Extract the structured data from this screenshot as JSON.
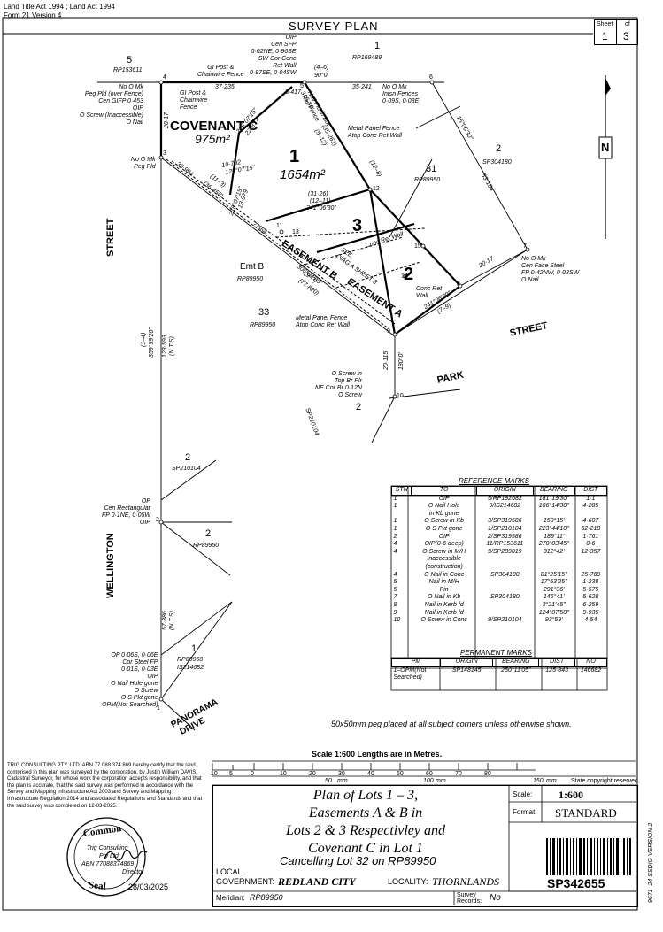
{
  "header": {
    "acts": "Land Title Act 1994 ; Land Act 1994",
    "form": "Form 21 Version 4",
    "title": "SURVEY PLAN",
    "sheet_label": "Sheet",
    "of_label": "of",
    "sheet": "1",
    "sheets": "3"
  },
  "map": {
    "lot1": "1",
    "lot1_area": "1654m²",
    "covenant": "COVENANT C",
    "covenant_area": "975m²",
    "lot3": "3",
    "lot2": "2",
    "easement_a": "EASEMENT A",
    "easement_b": "EASEMENT B",
    "street_left": "STREET",
    "street_right": "STREET",
    "park": "PARK",
    "wellington": "WELLINGTON",
    "panorama": "PANORAMA",
    "drive": "DRIVE",
    "lot5": "5",
    "rp153611": "RP153611",
    "lot1_rp169489": "1",
    "rp169489": "RP169489",
    "lot2_sp304180": "2",
    "sp304180": "SP304180",
    "lot31": "31",
    "rp89950_31": "RP89950",
    "lot33": "33",
    "rp89950_33": "RP89950",
    "emt_b": "Emt B",
    "rp89950_emt": "RP89950",
    "lot2_sp210104_a": "2",
    "sp210104_a": "SP210104",
    "lot2_sp210104_b": "2",
    "sp210104_b": "SP210104",
    "lot2_rp89950": "2",
    "rp89950_2": "RP89950",
    "lot1_rp89950": "1",
    "rp89950_1": "RP89950",
    "is214682": "IS214682",
    "lot1_bottom": "1",
    "notes": {
      "n4_cor": "No O Mk\nPeg Pld (over Fence)\nCen GIFP 0·453\nOIP\nO Screw (Inaccessible)\nO Nail",
      "gi_post1": "GI Post &\nChainwire Fence",
      "gi_post2": "GI Post &\nChainwire\nFence",
      "cen_sfp": "OIP\nCen SFP\n0·02NE, 0·96SE\nSW Cor Conc\nRet Wall\n0·97SE, 0·04SW",
      "n6": "No O Mk\nIntsn Fences\n0·09S, 0·08E",
      "nail_pld": "Nail Pld in Bot\nRail Fence",
      "metal_fence1": "Metal Panel Fence\nAtop Conc Ret Wall",
      "no_o_mk3": "No O Mk\nPeg Pld",
      "n7": "No O Mk\nCen Face Steel\nFP 0·42NW, 0·03SW\nO Nail",
      "metal_fence2": "Metal Panel Fence\nAtop Conc Ret Wall",
      "conc_ret1": "Conc Ret Wall",
      "conc_ret2": "Conc Ret\nWall",
      "see_diag": "SEE\nDIAG A SHEET 3",
      "o_screw": "O Screw in\nTop Br Plr\nNE Cor Br 0·12N\nO Screw",
      "op_cen": "OP\nCen Rectangular\nFP 0·1NE, 0·05W\nOIP",
      "op_bottom": "OP 0·06S, 0·06E\nCor Steel FP\n0·01S, 0·03E\nOIP\nO Nail Hole gone\nO Screw\nO S Pkt gone\nOPM(Not Searched)",
      "peg_note": "50x50mm peg placed at all subject corners unless otherwise shown."
    },
    "dims": {
      "d37235": "37·235",
      "d3417": "3·417",
      "d35241": "35·241",
      "d4_6": "(4–6)",
      "d90": "90°0'",
      "d2017a": "20·17",
      "d30994": "30·994",
      "d11_3": "(11–3)",
      "d36458": "(36·458)",
      "d218": "218°07'15\"",
      "d22877": "22·877",
      "d10792": "10·792",
      "d128": "128°07'15\"",
      "d218b": "218°07'15\"",
      "d13979": "13·979",
      "d316": "316·36'",
      "d35_262": "(35·262)",
      "d5_12": "(5–12)",
      "d15": "15°06'30\"",
      "d53104": "53·104",
      "d12_8": "(12–8)",
      "d7664": "7·664",
      "d31_26": "(31·26)",
      "d12_11": "(12–11)",
      "d241": "241°06'30\"",
      "d306": "306°04'05\"",
      "d9_3": "(9–3)",
      "d77820": "(77·820)",
      "d2017b": "20·17",
      "d241b": "241°06'30\"",
      "d7_9": "(7–9)",
      "d20115": "20·115",
      "d180": "180°0'",
      "d1_4": "(1–4)",
      "d359": "359°59'20\"",
      "d123593": "123·593",
      "nts1": "(N.T.S)",
      "d57386": "57·386",
      "nts2": "(N.T.S)"
    },
    "stn": {
      "s1": "1",
      "s2": "2",
      "s3": "3",
      "s4": "4",
      "s5": "5",
      "s6": "6",
      "s7": "7",
      "s8": "8",
      "s9": "9",
      "s10": "10",
      "s11": "11",
      "s12": "12",
      "s13": "13",
      "s14": "14",
      "s15": "15"
    },
    "north": "N"
  },
  "reference_marks": {
    "title": "REFERENCE MARKS",
    "headers": [
      "STN",
      "TO",
      "ORIGIN",
      "BEARING",
      "DIST"
    ],
    "rows": [
      [
        "1",
        "OIP",
        "5/RP192682",
        "181°19'30\"",
        "1·1"
      ],
      [
        "1",
        "O Nail Hole\nin Kb gone",
        "9/IS214682",
        "186°14'30\"",
        "4·285"
      ],
      [
        "1",
        "O Screw in Kb",
        "3/SP319586",
        "150°15'",
        "4·607"
      ],
      [
        "1",
        "O S Pkt gone",
        "1/SP210104",
        "223°44'10\"",
        "62·218"
      ],
      [
        "2",
        "OIP",
        "2/SP319586",
        "189°11'",
        "1·761"
      ],
      [
        "4",
        "OIP(0·6 deep)",
        "11/RP153611",
        "270°03'45\"",
        "0·6"
      ],
      [
        "4",
        "O Screw in M/H\nInaccessible\n(construction)",
        "9/SP289019",
        "312°42'",
        "12·357"
      ],
      [
        "4",
        "O Nail in Conc",
        "SP304180",
        "81°25'15\"",
        "25·769"
      ],
      [
        "5",
        "Nail in M/H",
        "",
        "17°53'25\"",
        "1·238"
      ],
      [
        "5",
        "Pin",
        "",
        "291°36'",
        "5·575"
      ],
      [
        "7",
        "O Nail in Kb",
        "SP304180",
        "146°41'",
        "5·628"
      ],
      [
        "8",
        "Nail in Kerb fd",
        "",
        "3°21'45\"",
        "6·259"
      ],
      [
        "9",
        "Nail in Kerb fd",
        "",
        "124°07'50\"",
        "9·935"
      ],
      [
        "10",
        "O Screw in Conc",
        "9/SP210104",
        "93°59'",
        "4·54"
      ]
    ]
  },
  "permanent_marks": {
    "title": "PERMANENT MARKS",
    "headers": [
      "PM",
      "ORIGIN",
      "BEARING",
      "DIST",
      "NO"
    ],
    "rows": [
      [
        "1–OPM(Not\nSearched)",
        "SP148145",
        "250°11'05\"",
        "125·843",
        "146682"
      ]
    ]
  },
  "scale": {
    "label": "Scale 1:600 Lengths are in Metres.",
    "ticks": [
      "10",
      "5",
      "0",
      "10",
      "20",
      "30",
      "40",
      "50",
      "60",
      "70",
      "80"
    ],
    "mm": [
      "50",
      "mm",
      "100",
      "mm",
      "150",
      "mm"
    ],
    "copyright": "State copyright reserved."
  },
  "certificate": {
    "text": "TRIG CONSULTING PTY. LTD. ABN 77 088 374 869 hereby certify that the land comprised in this plan was surveyed by the corporation, by Justin William DAVIS, Cadastral Surveyor, for whose work the corporation accepts responsibility, and that the plan is accurate, that the said survey was performed in accordance with the Survey and Mapping Infrastructure Act 2003 and Survey and Mapping Infrastructure Regulation 2014 and associated Regulations and Standards and that the said survey was completed on 12-03-2025.",
    "seal_top": "Common",
    "seal_bottom": "Seal",
    "seal_company": "Trig Consulting",
    "seal_pty": "Pty Ltd",
    "seal_abn": "ABN 77088374869",
    "director": "Director",
    "date": "28/03/2025"
  },
  "title_block": {
    "plan_title": [
      "Plan of Lots 1 – 3,",
      "Easements A & B in",
      "Lots 2 & 3 Respectivley and",
      "Covenant C in Lot 1"
    ],
    "cancelling": "Cancelling Lot 32 on RP89950",
    "scale_label": "Scale:",
    "scale_value": "1:600",
    "format_label": "Format:",
    "format_value": "STANDARD",
    "local_label": "LOCAL",
    "gov_label": "GOVERNMENT:",
    "gov_value": "REDLAND CITY",
    "locality_label": "LOCALITY:",
    "locality_value": "THORNLANDS",
    "meridian_label": "Meridian:",
    "meridian_value": "RP89950",
    "survey_records_label": "Survey\nRecords:",
    "survey_records_value": "No",
    "plan_number": "SP342655",
    "version": "9671–24 SSDIG VERSION 2"
  }
}
